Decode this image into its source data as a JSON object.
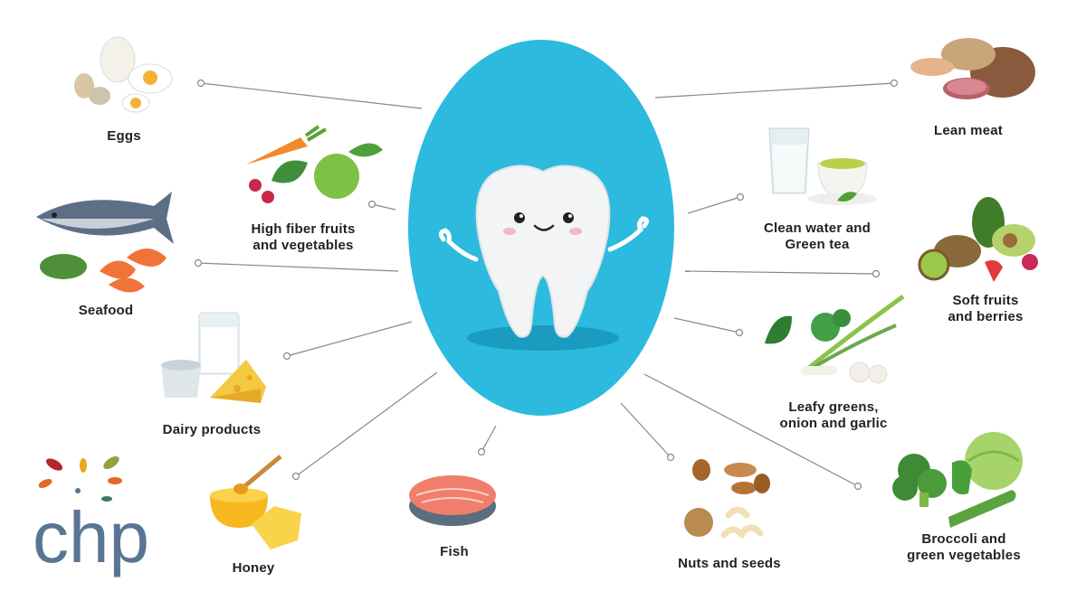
{
  "colors": {
    "oval": "#2dbadf",
    "line": "#888888",
    "text": "#222222",
    "logo_blue": "#5a7594"
  },
  "center": {
    "icon": "smiling-tooth-icon"
  },
  "logo": {
    "text": "chp"
  },
  "foods": [
    {
      "id": "eggs",
      "lines": [
        "Eggs"
      ],
      "icon": "eggs-icon"
    },
    {
      "id": "high-fiber",
      "lines": [
        "High fiber fruits",
        "and vegetables"
      ],
      "icon": "fruits-vegetables-icon"
    },
    {
      "id": "seafood",
      "lines": [
        "Seafood"
      ],
      "icon": "seafood-icon"
    },
    {
      "id": "dairy",
      "lines": [
        "Dairy products"
      ],
      "icon": "dairy-icon"
    },
    {
      "id": "honey",
      "lines": [
        "Honey"
      ],
      "icon": "honey-icon"
    },
    {
      "id": "fish",
      "lines": [
        "Fish"
      ],
      "icon": "salmon-steak-icon"
    },
    {
      "id": "nuts",
      "lines": [
        "Nuts and seeds"
      ],
      "icon": "nuts-icon"
    },
    {
      "id": "broccoli",
      "lines": [
        "Broccoli and",
        "green vegetables"
      ],
      "icon": "broccoli-icon"
    },
    {
      "id": "leafy",
      "lines": [
        "Leafy greens,",
        "onion and garlic"
      ],
      "icon": "leafy-greens-icon"
    },
    {
      "id": "soft-fruits",
      "lines": [
        "Soft fruits",
        "and berries"
      ],
      "icon": "berries-icon"
    },
    {
      "id": "water-tea",
      "lines": [
        "Clean water and",
        "Green tea"
      ],
      "icon": "water-tea-icon"
    },
    {
      "id": "lean-meat",
      "lines": [
        "Lean meat"
      ],
      "icon": "lean-meat-icon"
    }
  ]
}
